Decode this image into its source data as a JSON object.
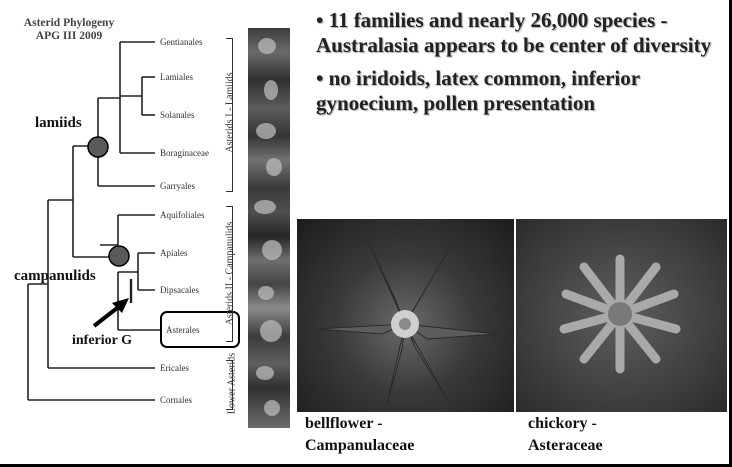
{
  "tree": {
    "title_line1": "Asterid Phylogeny",
    "title_line2": "APG III 2009",
    "taxa": [
      "Gentianales",
      "Lamiales",
      "Solanales",
      "Boraginaceae",
      "Garryales",
      "Aquifoliales",
      "Apiales",
      "Dipsacales",
      "Asterales",
      "Ericales",
      "Cornales"
    ],
    "groups": {
      "lamiids": "Asterids I - Lamiids",
      "campanulids": "Asterids II - Campanulids",
      "lower": "Lower Asterids"
    },
    "node_labels": {
      "lamiids": "lamiids",
      "campanulids": "campanulids",
      "inferior": "inferior G"
    },
    "node_color": "#5a5a5a"
  },
  "bullets": [
    "• 11 families and nearly 26,000 species - Australasia appears to be center of diversity",
    "• no iridoids, latex common, inferior gynoecium, pollen presentation"
  ],
  "photos": [
    {
      "caption_line1": "bellflower -",
      "caption_line2": "Campanulaceae"
    },
    {
      "caption_line1": "chickory -",
      "caption_line2": "Asteraceae"
    }
  ]
}
